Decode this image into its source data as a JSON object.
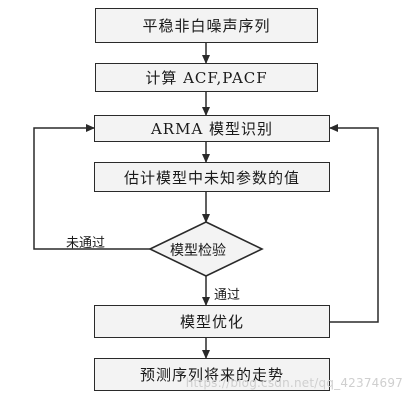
{
  "steps": {
    "s1": "平稳非白噪声序列",
    "s2": "计算 ACF,PACF",
    "s3": "ARMA 模型识别",
    "s4": "估计模型中未知参数的值",
    "decision": "模型检验",
    "s5": "模型优化",
    "s6": "预测序列将来的走势"
  },
  "labels": {
    "fail": "未通过",
    "pass": "通过"
  },
  "watermark": "https://blog.csdn.net/qq_42374697"
}
